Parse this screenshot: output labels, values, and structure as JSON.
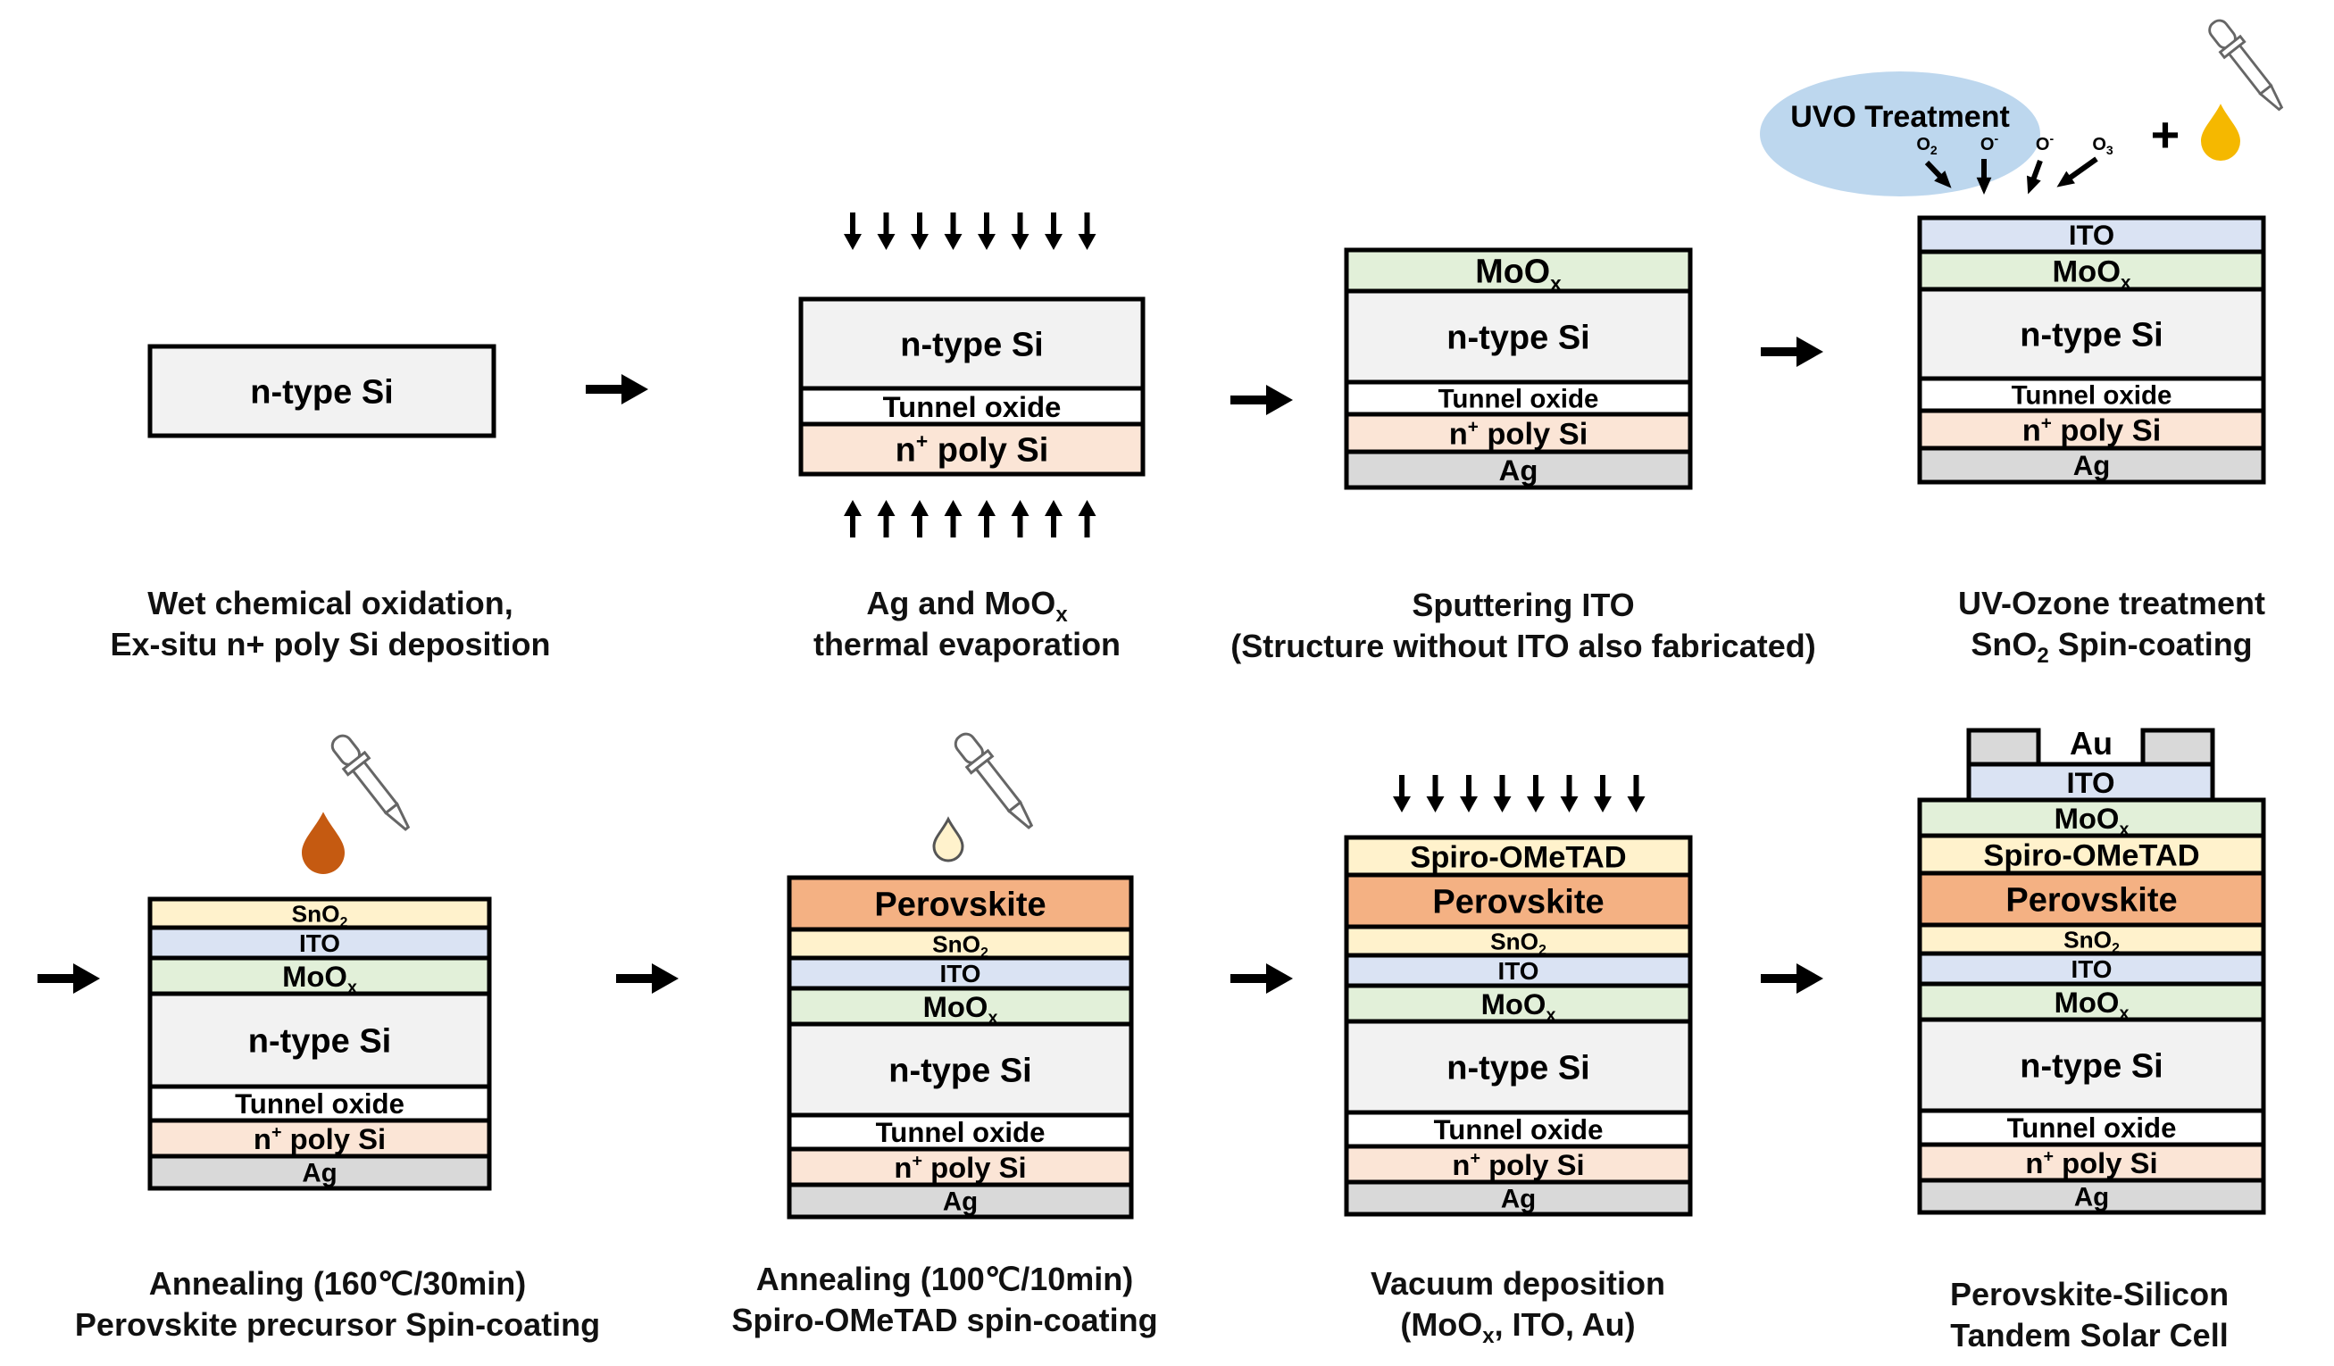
{
  "colors": {
    "n_type_si": "#f2f2f2",
    "tunnel_oxide": "#ffffff",
    "n_poly_si": "#fbe5d6",
    "ag": "#d9d9d9",
    "moox": "#e2f0d9",
    "ito": "#dae3f3",
    "sno2": "#fff2cc",
    "perovskite": "#f4b183",
    "spiro": "#fff2cc",
    "au": "#d9d9d9",
    "uvo_cloud": "#bdd7ee",
    "drop_amber": "#f5b800",
    "drop_rust": "#c55a11",
    "drop_pale": "#fff2cc",
    "outline": "#000000"
  },
  "icons": {
    "arrow": "right-arrow-icon",
    "pipette": "pipette-icon",
    "droplet": "droplet-icon",
    "evaporation_arrows": "down-arrows-icon",
    "plus": "plus-icon"
  },
  "labels": {
    "n_type_si": "n-type Si",
    "tunnel_oxide": "Tunnel oxide",
    "n_poly_si": "n",
    "n_poly_sup": "+",
    "n_poly_rest": " poly Si",
    "ag": "Ag",
    "moo": "MoO",
    "x_sub": "x",
    "ito": "ITO",
    "sno": "SnO",
    "two_sub": "2",
    "perovskite": "Perovskite",
    "spiro": "Spiro-OMeTAD",
    "au": "Au",
    "plus": "+"
  },
  "uvo": {
    "title": "UVO Treatment",
    "species": [
      {
        "base": "O",
        "sub": "2",
        "sup": ""
      },
      {
        "base": "O",
        "sub": "",
        "sup": "-"
      },
      {
        "base": "O",
        "sub": "",
        "sup": "-"
      },
      {
        "base": "O",
        "sub": "3",
        "sup": ""
      }
    ]
  },
  "captions": {
    "step1": [
      "Wet chemical oxidation,",
      "Ex-situ n+ poly Si deposition"
    ],
    "step2": {
      "line1_a": "Ag and MoO",
      "line1_sub": "x",
      "line2": "thermal evaporation"
    },
    "step3": [
      "Sputtering ITO",
      "(Structure without ITO also fabricated)"
    ],
    "step4": {
      "line1": "UV-Ozone treatment",
      "line2_a": "SnO",
      "line2_sub": "2",
      "line2_b": " Spin-coating"
    },
    "step5": [
      "Annealing (160℃/30min)",
      "Perovskite precursor Spin-coating"
    ],
    "step6": [
      "Annealing (100℃/10min)",
      "Spiro-OMeTAD spin-coating"
    ],
    "step7": {
      "line1": "Vacuum deposition",
      "line2_a": "(MoO",
      "line2_sub": "x",
      "line2_b": ", ITO, Au)"
    },
    "step8": [
      "Perovskite-Silicon",
      "Tandem Solar Cell"
    ]
  }
}
